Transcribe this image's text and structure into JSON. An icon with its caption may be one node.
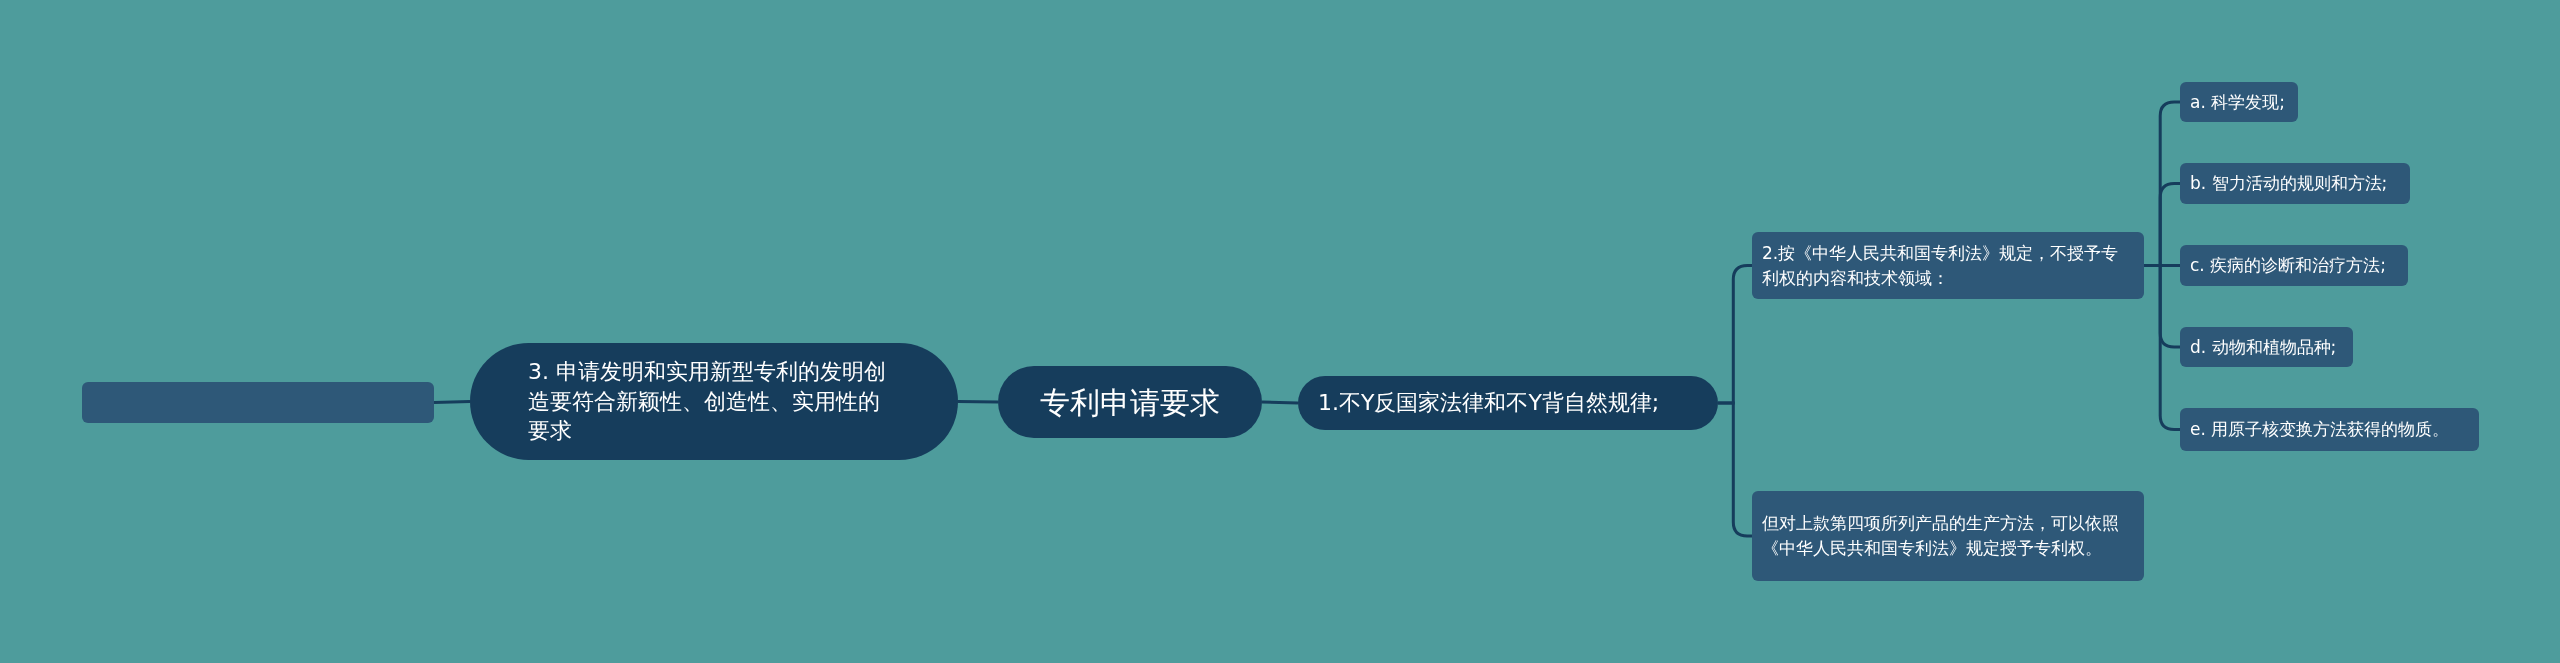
{
  "diagram": {
    "nodes": [
      {
        "text": [
          "专利申请要求"
        ]
      },
      {
        "text": [
          "1.不Y反国家法律和不Y背自然规律;"
        ]
      },
      {
        "text": [
          "2.按《中华人民共和国专利法》规定，不授予专利权的内容和技术领域："
        ]
      },
      {
        "text": [
          "a. 科学发现;"
        ]
      },
      {
        "text": [
          "b. 智力活动的规则和方法;"
        ]
      },
      {
        "text": [
          "c. 疾病的诊断和治疗方法;"
        ]
      },
      {
        "text": [
          "d. 动物和植物品种;"
        ]
      },
      {
        "text": [
          "e. 用原子核变换方法获得的物质。"
        ]
      },
      {
        "text": [
          "但对上款第四项所列产品的生产方法，可以依照《中华人民共和国专利法》规定授予专利权。"
        ]
      },
      {
        "text": [
          "3. 申请发明和实用新型专利的发明创造要符合新颖性、创造性、实用性的要求"
        ]
      },
      {
        "text": [],
        "shape": "box"
      }
    ],
    "edges": [
      {
        "from": 0,
        "to": 1,
        "arrow": "none"
      },
      {
        "from": 1,
        "to": 2,
        "arrow": "none"
      },
      {
        "from": 2,
        "to": 3,
        "arrow": "none"
      },
      {
        "from": 2,
        "to": 4,
        "arrow": "none"
      },
      {
        "from": 2,
        "to": 5,
        "arrow": "none"
      },
      {
        "from": 2,
        "to": 6,
        "arrow": "none"
      },
      {
        "from": 2,
        "to": 7,
        "arrow": "none"
      },
      {
        "from": 1,
        "to": 8,
        "arrow": "none"
      },
      {
        "from": 0,
        "to": 9,
        "arrow": "none"
      },
      {
        "from": 9,
        "to": 10,
        "arrow": "none"
      }
    ]
  }
}
